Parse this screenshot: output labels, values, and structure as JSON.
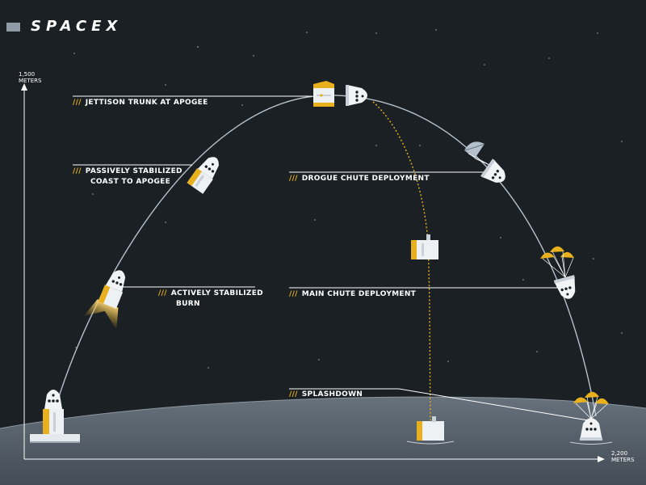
{
  "brand": {
    "name": "SPACEX",
    "mark": "spacex-logo"
  },
  "axes": {
    "y_max_value": "1,500",
    "y_unit": "METERS",
    "x_max_value": "2,200",
    "x_unit": "METERS"
  },
  "stages": [
    {
      "id": "jettison",
      "line1": "JETTISON TRUNK AT APOGEE",
      "line2": ""
    },
    {
      "id": "passive",
      "line1": "PASSIVELY STABILIZED",
      "line2": "COAST TO APOGEE"
    },
    {
      "id": "active",
      "line1": "ACTIVELY STABILIZED",
      "line2": "BURN"
    },
    {
      "id": "drogue",
      "line1": "DROGUE CHUTE DEPLOYMENT",
      "line2": ""
    },
    {
      "id": "main",
      "line1": "MAIN CHUTE DEPLOYMENT",
      "line2": ""
    },
    {
      "id": "splash",
      "line1": "SPLASHDOWN",
      "line2": ""
    }
  ],
  "colors": {
    "background": "#1b2024",
    "ground": "#5f6a75",
    "accent": "#e8b01c",
    "capsule": "#f1f3f5",
    "trajectory": "#b4c1cc",
    "label_text": "#ffffff"
  }
}
